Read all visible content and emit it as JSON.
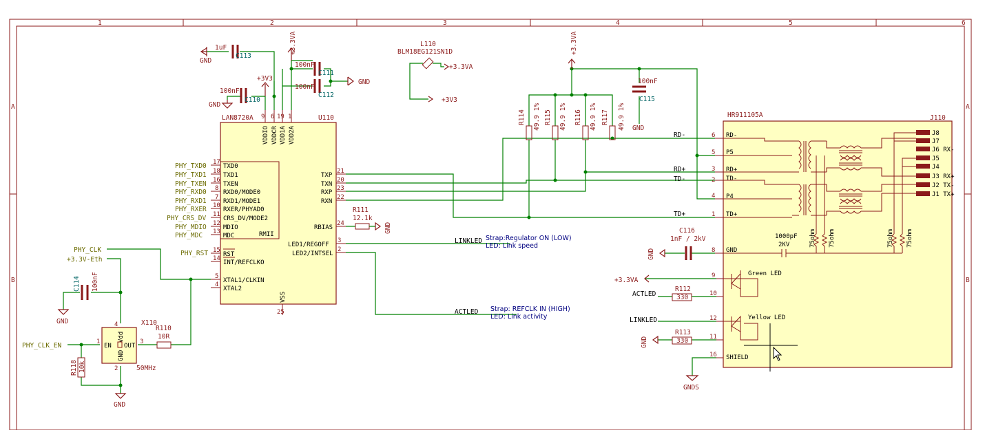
{
  "frame": {
    "columns": [
      "1",
      "2",
      "3",
      "4",
      "5",
      "6"
    ],
    "rows": [
      "A",
      "B"
    ]
  },
  "u110": {
    "ref": "U110",
    "value": "LAN8720A",
    "top_pins": [
      {
        "num": "9",
        "name": "VDDIO"
      },
      {
        "num": "6",
        "name": "VDDCR"
      },
      {
        "num": "19",
        "name": "VDD1A"
      },
      {
        "num": "1",
        "name": "VDD2A"
      }
    ],
    "left_pins": [
      {
        "num": "17",
        "name": "TXD0",
        "net": "PHY_TXD0"
      },
      {
        "num": "18",
        "name": "TXD1",
        "net": "PHY_TXD1"
      },
      {
        "num": "16",
        "name": "TXEN",
        "net": "PHY_TXEN"
      },
      {
        "num": "8",
        "name": "RXD0/MODE0",
        "net": "PHY_RXD0"
      },
      {
        "num": "7",
        "name": "RXD1/MODE1",
        "net": "PHY_RXD1"
      },
      {
        "num": "10",
        "name": "RXER/PHYAD0",
        "net": "PHY_RXER"
      },
      {
        "num": "11",
        "name": "CRS_DV/MODE2",
        "net": "PHY_CRS_DV"
      },
      {
        "num": "12",
        "name": "MDIO",
        "net": "PHY_MDIO"
      },
      {
        "num": "13",
        "name": "MDC",
        "net": "PHY_MDC"
      }
    ],
    "rmii": "RMII",
    "rst": {
      "num": "15",
      "name": "RST",
      "net": "PHY_RST"
    },
    "int": {
      "num": "14",
      "name": "INT/REFCLKO"
    },
    "xtal1": {
      "num": "5",
      "name": "XTAL1/CLKIN"
    },
    "xtal2": {
      "num": "4",
      "name": "XTAL2"
    },
    "right_pins": [
      {
        "num": "21",
        "name": "TXP"
      },
      {
        "num": "20",
        "name": "TXN"
      },
      {
        "num": "23",
        "name": "RXP"
      },
      {
        "num": "22",
        "name": "RXN"
      }
    ],
    "rbias": {
      "num": "24",
      "name": "RBIAS"
    },
    "led1": {
      "num": "3",
      "name": "LED1/REGOFF"
    },
    "led2": {
      "num": "2",
      "name": "LED2/INTSEL"
    },
    "vss": {
      "num": "25",
      "name": "VSS"
    }
  },
  "caps": {
    "c113": {
      "ref": "C113",
      "value": "1uF"
    },
    "c110": {
      "ref": "C110",
      "value": "100nF"
    },
    "c111": {
      "ref": "C111",
      "value": "100nF"
    },
    "c112": {
      "ref": "C112",
      "value": "100nF"
    },
    "c114": {
      "ref": "C114",
      "value": "100nF"
    },
    "c115": {
      "ref": "C115",
      "value": "100nF"
    },
    "c116": {
      "ref": "C116",
      "value": "1nF / 2kV"
    }
  },
  "power": {
    "gnd": "GND",
    "gnds": "GNDS",
    "v3v3": "+3V3",
    "v3v3a": "+3.3VA",
    "v3v3eth": "+3.3V-Eth"
  },
  "l110": {
    "ref": "L110",
    "value": "BLM18EG121SN1D"
  },
  "r111": {
    "ref": "R111",
    "value": "12.1k"
  },
  "terminations": [
    {
      "ref": "R114",
      "value": "49.9 1%"
    },
    {
      "ref": "R115",
      "value": "49.9 1%"
    },
    {
      "ref": "R116",
      "value": "49.9 1%"
    },
    {
      "ref": "R117",
      "value": "49.9 1%"
    }
  ],
  "nets": {
    "rdm": "RD-",
    "rdp": "RD+",
    "tdm": "TD-",
    "tdp": "TD+",
    "linkled": "LINKLED",
    "actled": "ACTLED",
    "phy_clk": "PHY_CLK",
    "phy_clk_en": "PHY_CLK_EN"
  },
  "notes": {
    "strap1": "Strap:Regulator ON (LOW)",
    "strap1b": "LED: Link speed",
    "strap2": "Strap: REFCLK IN (HIGH)",
    "strap2b": "LED: Link activity"
  },
  "x110": {
    "ref": "X110",
    "value": "50MHz",
    "en": "EN",
    "out": "OUT",
    "vdd": "Vdd",
    "gnd": "GND",
    "pin_en": "1",
    "pin_out": "3",
    "pin_vdd": "4",
    "pin_gnd": "2"
  },
  "r110": {
    "ref": "R110",
    "value": "10R"
  },
  "r118": {
    "ref": "R118",
    "value": "10k"
  },
  "j110": {
    "ref": "J110",
    "value": "HR911105A",
    "left_pins": [
      {
        "num": "6",
        "name": "RD-"
      },
      {
        "num": "5",
        "name": "P5"
      },
      {
        "num": "3",
        "name": "RD+"
      },
      {
        "num": "2",
        "name": "TD-"
      },
      {
        "num": "4",
        "name": "P4"
      },
      {
        "num": "1",
        "name": "TD+"
      },
      {
        "num": "8",
        "name": "GND"
      }
    ],
    "jacks": [
      "J8",
      "J7",
      "J6 RX-",
      "J5",
      "J4",
      "J3 RX+",
      "J2 TX-",
      "J1 TX+"
    ],
    "r75": "75ohm",
    "cap1000": "1000pF",
    "cap2kv": "2KV",
    "green_led": "Green LED",
    "yellow_led": "Yellow LED",
    "pin9": "9",
    "pin10": "10",
    "pin12": "12",
    "pin11": "11",
    "pin16": "16",
    "shield": "SHIELD"
  },
  "r112": {
    "ref": "R112",
    "value": "330"
  },
  "r113": {
    "ref": "R113",
    "value": "330"
  }
}
